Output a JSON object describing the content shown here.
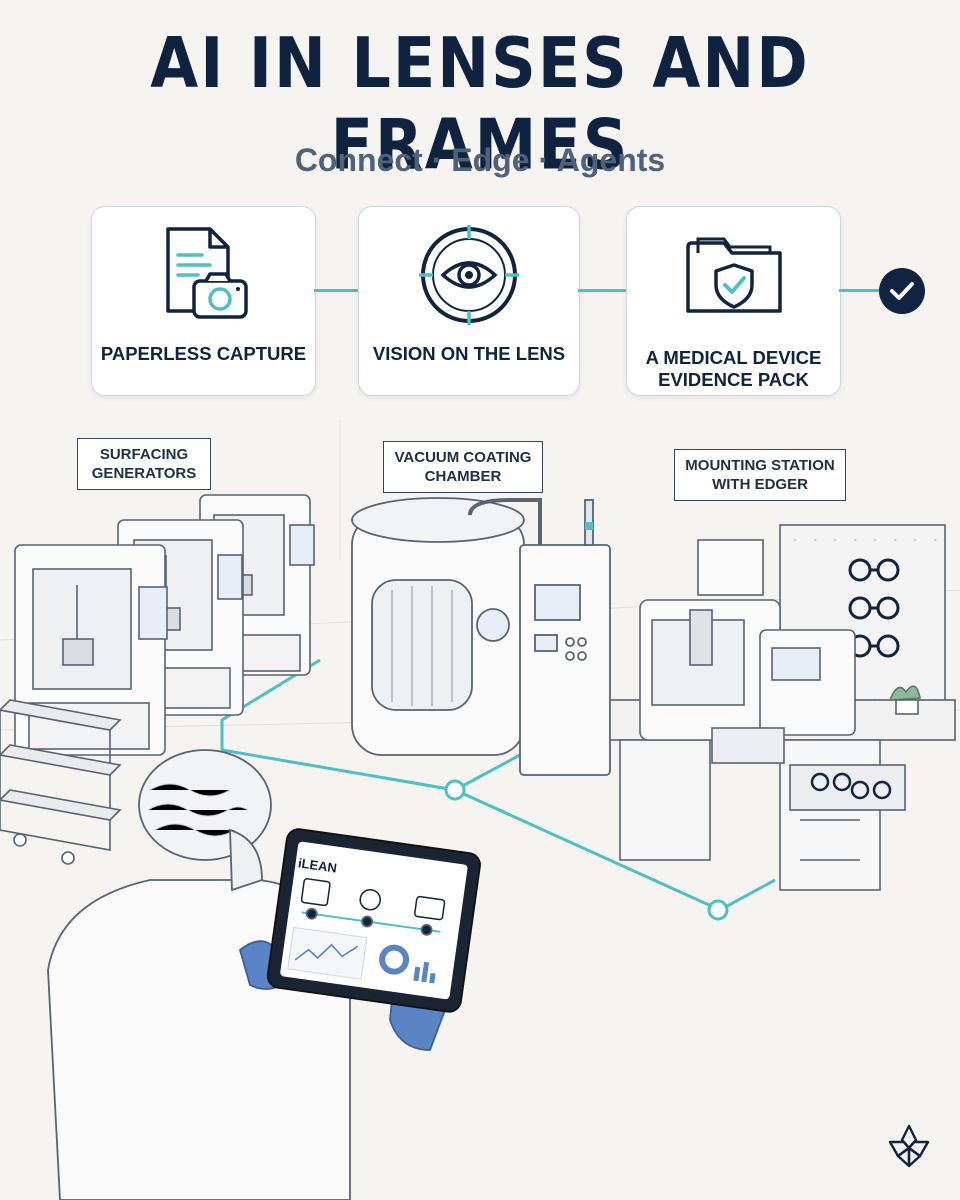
{
  "header": {
    "title": "AI IN LENSES AND FRAMES",
    "subtitle": "Connect · Edge · Agents"
  },
  "steps": [
    {
      "label": "PAPERLESS CAPTURE",
      "icon": "document-camera-icon"
    },
    {
      "label": "VISION ON THE LENS",
      "icon": "eye-target-icon"
    },
    {
      "label_line1": "A MEDICAL DEVICE",
      "label_line2": "EVIDENCE PACK",
      "icon": "folder-shield-icon"
    }
  ],
  "status": {
    "icon": "checkmark-icon"
  },
  "stations": [
    {
      "line1": "SURFACING",
      "line2": "GENERATORS"
    },
    {
      "line1": "VACUUM COATING",
      "line2": "CHAMBER"
    },
    {
      "line1": "MOUNTING STATION",
      "line2": "WITH EDGER"
    }
  ],
  "tablet": {
    "brand": "iLEAN"
  },
  "colors": {
    "navy": "#10233f",
    "teal": "#4fbfc4",
    "glove_blue": "#5b84c6",
    "background": "#f6f4f1"
  },
  "brand_mark": {
    "icon": "flower-logo-icon"
  }
}
